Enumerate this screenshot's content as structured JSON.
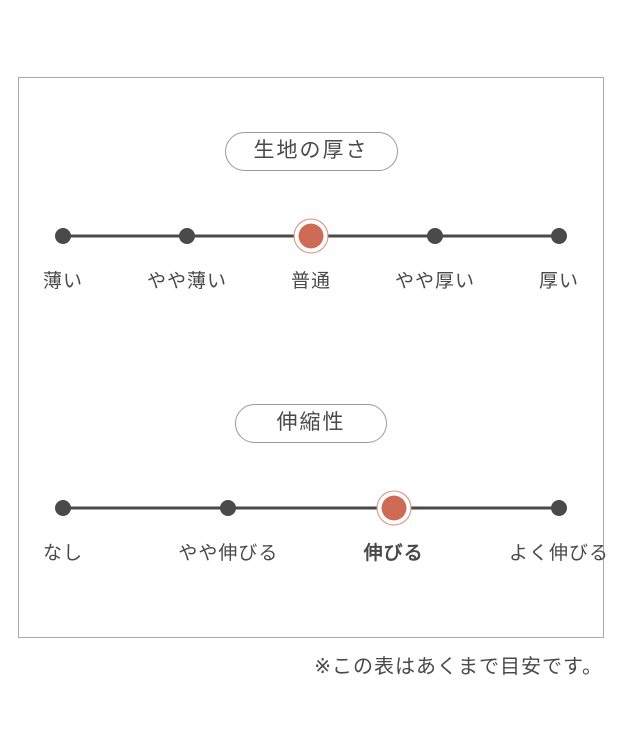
{
  "panel": {
    "footnote": "※この表はあくまで目安です。"
  },
  "scales": [
    {
      "title": "生地の厚さ",
      "options": [
        "薄い",
        "やや薄い",
        "普通",
        "やや厚い",
        "厚い"
      ],
      "selected_index": 2,
      "selected_option": "普通",
      "selected_label_bold": false
    },
    {
      "title": "伸縮性",
      "options": [
        "なし",
        "やや伸びる",
        "伸びる",
        "よく伸びる"
      ],
      "selected_index": 2,
      "selected_option": "伸びる",
      "selected_label_bold": true
    }
  ],
  "colors": {
    "accent": "#cf6a54",
    "accent_ring": "#d98c79",
    "track": "#4a4a4a",
    "dot": "#4a4a4a",
    "text": "#4a4a4a",
    "pill_border": "#9a9a9a",
    "box_border": "#aaaaaa",
    "background": "#ffffff"
  }
}
